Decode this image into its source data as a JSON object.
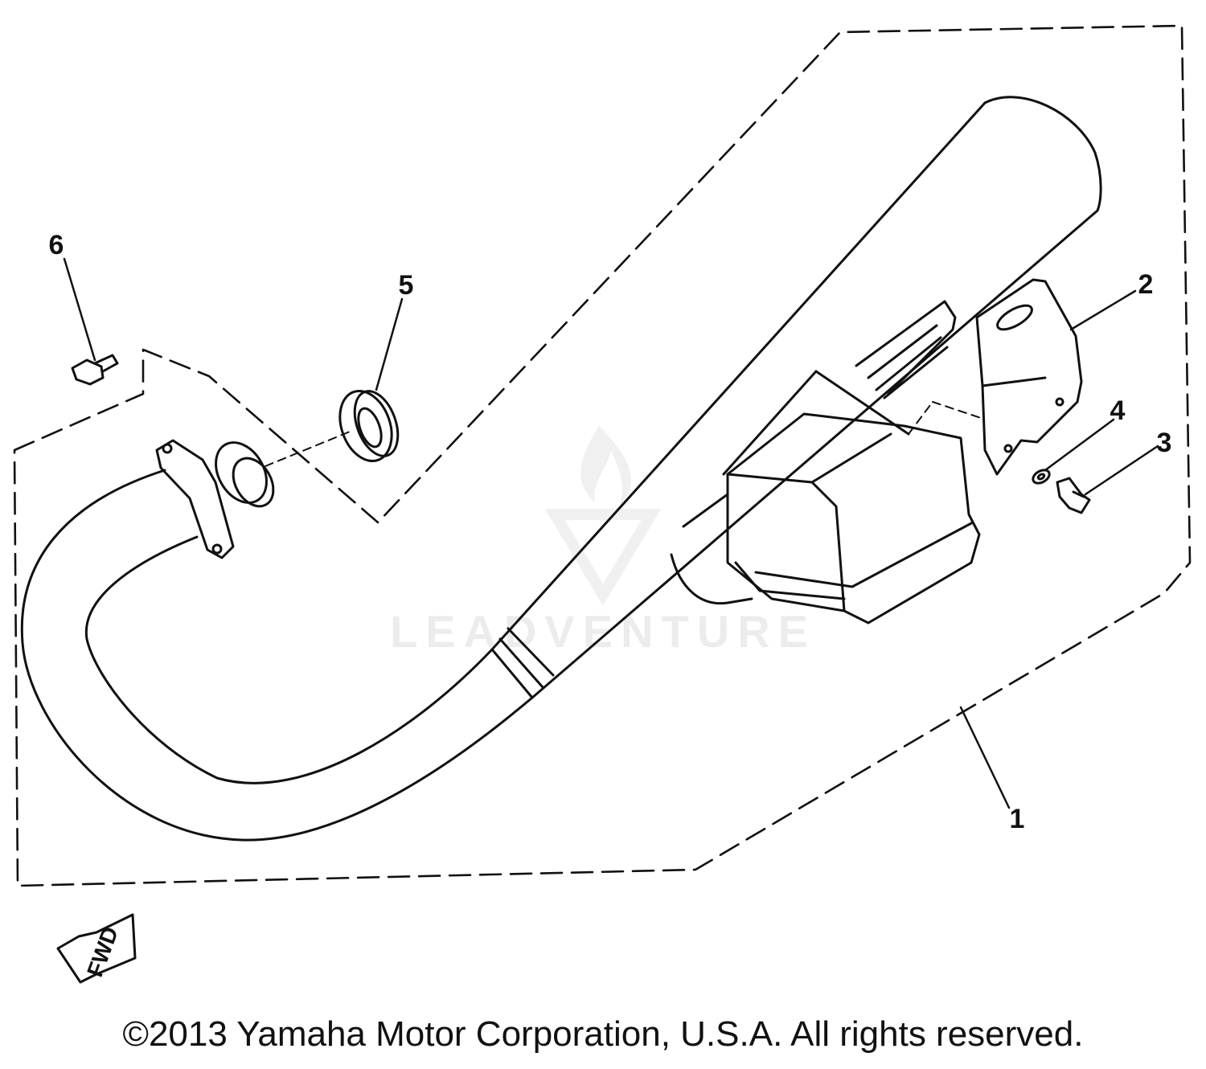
{
  "diagram": {
    "parts": [
      {
        "number": "1",
        "part": "muffler-assembly"
      },
      {
        "number": "2",
        "part": "bracket"
      },
      {
        "number": "3",
        "part": "bolt"
      },
      {
        "number": "4",
        "part": "washer"
      },
      {
        "number": "5",
        "part": "gasket"
      },
      {
        "number": "6",
        "part": "bolt"
      }
    ],
    "direction_label": "FWD",
    "watermark": "LEADVENTURE",
    "line_color": "#111111"
  },
  "footer": {
    "copyright": "©2013 Yamaha Motor Corporation, U.S.A. All rights reserved."
  }
}
